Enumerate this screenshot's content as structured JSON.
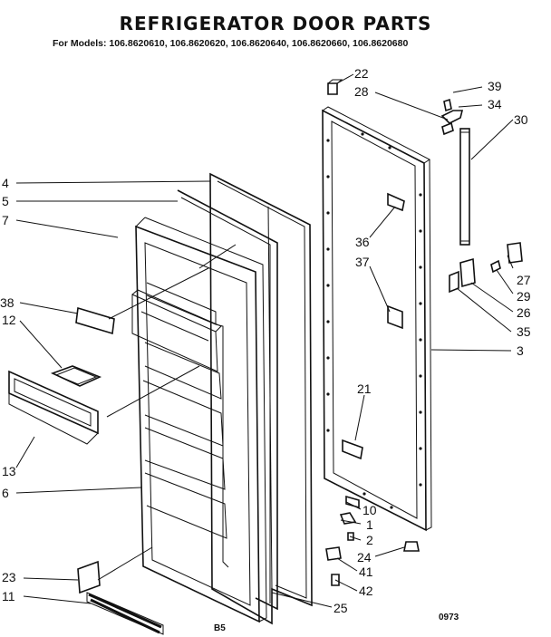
{
  "title": "REFRIGERATOR DOOR PARTS",
  "models": "For Models: 106.8620610, 106.8620620, 106.8620640, 106.8620660, 106.8620680",
  "codes": {
    "left": "B5",
    "right": "0973"
  },
  "callouts": {
    "c22": "22",
    "c28": "28",
    "c39": "39",
    "c34": "34",
    "c30": "30",
    "c4": "4",
    "c5": "5",
    "c7": "7",
    "c36": "36",
    "c37": "37",
    "c27": "27",
    "c29": "29",
    "c26": "26",
    "c35": "35",
    "c3": "3",
    "c38": "38",
    "c12": "12",
    "c21": "21",
    "c13": "13",
    "c6": "6",
    "c10": "10",
    "c1": "1",
    "c2": "2",
    "c24": "24",
    "c41": "41",
    "c42": "42",
    "c23": "23",
    "c11": "11",
    "c25": "25"
  }
}
